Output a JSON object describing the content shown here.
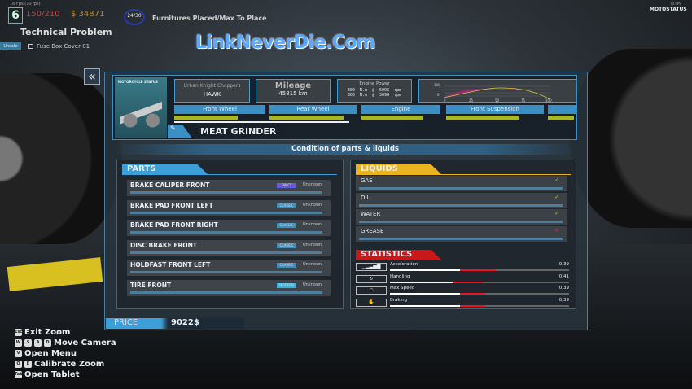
{
  "hud": {
    "fps": "16 Fps (70 fps)",
    "level": "6",
    "xp": "150/210",
    "money": "$ 34871",
    "furniture_count": "24/30",
    "furniture_label": "Furnitures Placed/Max To Place",
    "job": "Technical Problem",
    "job_tag": "Unsafe",
    "job_item": "Fuse Box Cover 01",
    "watermark": "LinkNeverDie.Com",
    "top_right_fps": "70 FPS",
    "top_right_title": "MOTOSTATUS"
  },
  "header": {
    "thumb_label": "MOTORCYCLE STATUS",
    "brand": "Urban Knight Choppers",
    "model": "HAWK",
    "mileage_label": "Mileage",
    "mileage": "45815 km",
    "engine_power_label": "Engine Power",
    "engine_power_1": "300  N.m  @  5098  rpm",
    "engine_power_2": "300  N.m  @  5098  rpm",
    "graph": {
      "y_ticks": [
        "100",
        "0"
      ],
      "x_ticks": [
        "0",
        "25",
        "50",
        "75",
        "100"
      ]
    },
    "tabs": [
      {
        "label": "Front Wheel",
        "fill": 0.7
      },
      {
        "label": "Rear Wheel",
        "fill": 0.85
      },
      {
        "label": "Engine",
        "fill": 0.78
      },
      {
        "label": "Front Suspension",
        "fill": 0.75
      },
      {
        "label": "",
        "fill": 0.9
      }
    ],
    "name": "MEAT GRINDER"
  },
  "condition_title": "Condition of parts & liquids",
  "parts": {
    "title": "PARTS",
    "items": [
      {
        "name": "BRAKE CALIPER FRONT",
        "tag": "FANCY",
        "tag_color": "#6a5ad8",
        "status": "Unknown"
      },
      {
        "name": "BRAKE PAD FRONT LEFT",
        "tag": "CLASSIC",
        "tag_color": "#3f8fb8",
        "status": "Unknown"
      },
      {
        "name": "BRAKE PAD FRONT RIGHT",
        "tag": "CLASSIC",
        "tag_color": "#3f8fb8",
        "status": "Unknown"
      },
      {
        "name": "DISC BRAKE FRONT",
        "tag": "CLASSIC",
        "tag_color": "#3f8fb8",
        "status": "Unknown"
      },
      {
        "name": "HOLDFAST FRONT LEFT",
        "tag": "CLASSIC",
        "tag_color": "#3f8fb8",
        "status": "Unknown"
      },
      {
        "name": "TIRE FRONT",
        "tag": "MODERN",
        "tag_color": "#3cb0e0",
        "status": "Unknown"
      }
    ]
  },
  "liquids": {
    "title": "LIQUIDS",
    "items": [
      {
        "name": "GAS",
        "mark": "✓",
        "ok": true
      },
      {
        "name": "OIL",
        "mark": "✓",
        "ok": true
      },
      {
        "name": "WATER",
        "mark": "✓",
        "ok": true
      },
      {
        "name": "GREASE",
        "mark": "✕",
        "ok": false
      }
    ]
  },
  "statistics": {
    "title": "STATISTICS",
    "items": [
      {
        "name": "Acceleration",
        "value": "0,39",
        "icon": "signal-bars-icon",
        "glyph": "▁▂▃▅▇",
        "base": 0.39,
        "bonus": 0.2
      },
      {
        "name": "Handling",
        "value": "0,41",
        "icon": "steering-icon",
        "glyph": "↻",
        "base": 0.35,
        "bonus": 0.17
      },
      {
        "name": "Max Speed",
        "value": "0,39",
        "icon": "speedometer-icon",
        "glyph": "◠",
        "base": 0.39,
        "bonus": 0.14
      },
      {
        "name": "Braking",
        "value": "0,39",
        "icon": "brake-icon",
        "glyph": "✋",
        "base": 0.39,
        "bonus": 0.14
      }
    ]
  },
  "price": {
    "label": "PRICE",
    "value": "9022$"
  },
  "keybinds": [
    {
      "keys": [
        "Esc"
      ],
      "label": "Exit Zoom"
    },
    {
      "keys": [
        "W",
        "S",
        "A",
        "D"
      ],
      "label": "Move Camera"
    },
    {
      "keys": [
        "V"
      ],
      "label": "Open Menu"
    },
    {
      "keys": [
        "Q",
        "E"
      ],
      "label": "Calibrate Zoom"
    },
    {
      "keys": [
        "Tab"
      ],
      "label": "Open Tablet"
    }
  ],
  "colors": {
    "accent_blue": "#3c8fc5",
    "liquids_yellow": "#e8b420",
    "stats_red": "#c81818",
    "bar_green": "#a8b62c"
  }
}
